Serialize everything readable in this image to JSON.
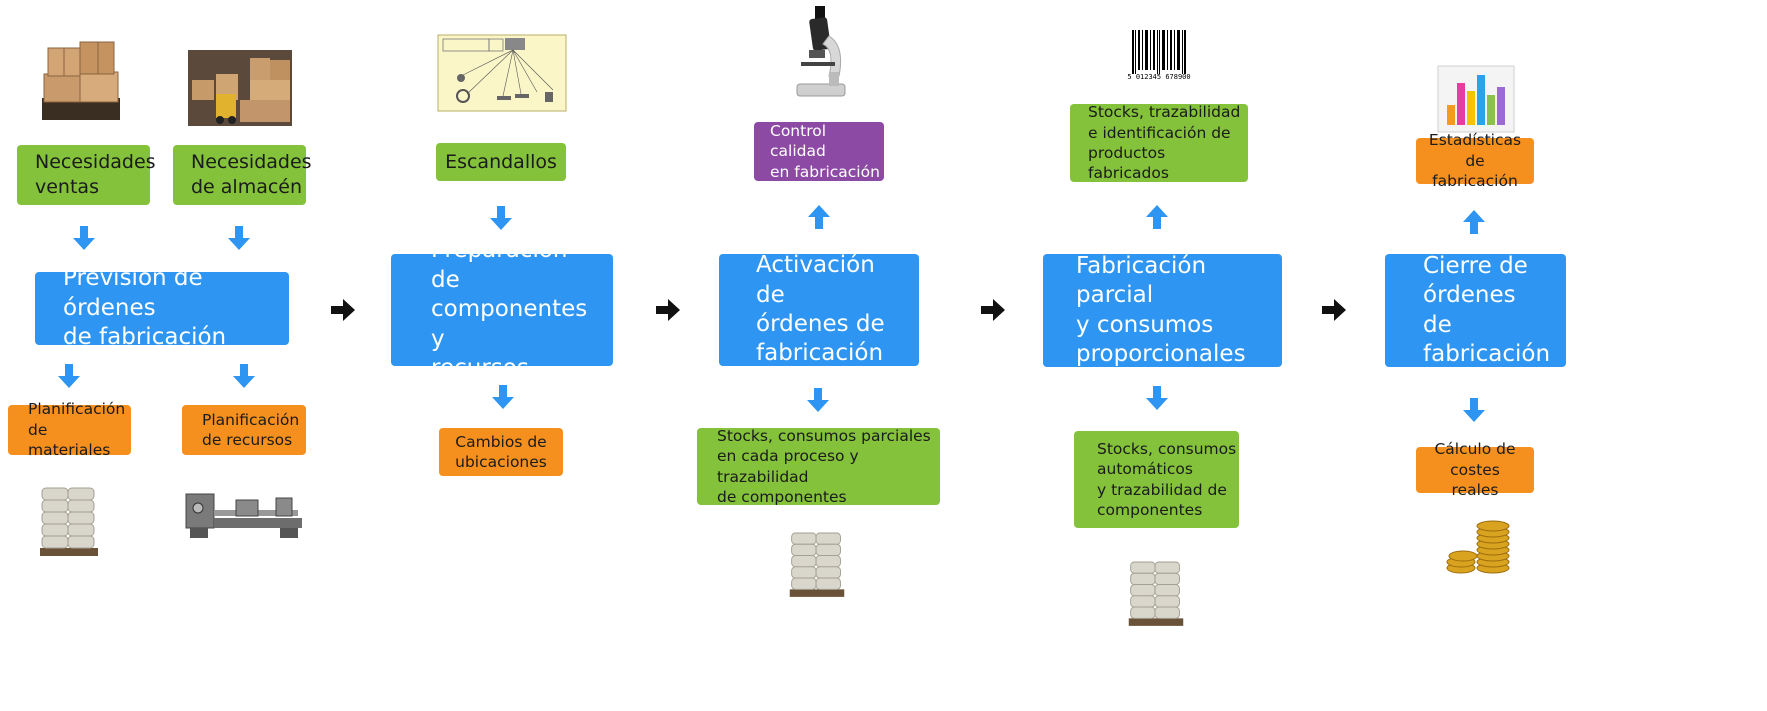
{
  "stages": [
    {
      "id": "s1",
      "label": "Previsión de órdenes\nde fabricación"
    },
    {
      "id": "s2",
      "label": "Preparación de\ncomponentes y\nrecursos"
    },
    {
      "id": "s3",
      "label": "Activación de\nórdenes de\nfabricación"
    },
    {
      "id": "s4",
      "label": "Fabricación parcial\ny consumos\nproporcionales"
    },
    {
      "id": "s5",
      "label": "Cierre de\nórdenes de\nfabricación"
    }
  ],
  "side_boxes": {
    "necesidades_ventas": "Necesidades\nventas",
    "necesidades_almacen": "Necesidades\nde almacén",
    "planificacion_materiales": "Planificación\nde materiales",
    "planificacion_recursos": "Planificación\nde recursos",
    "escandallos": "Escandallos",
    "cambios_ubicaciones": "Cambios de\nubicaciones",
    "control_calidad": "Control calidad\nen fabricación",
    "stocks_consumos_parciales": "Stocks, consumos parciales\nen cada proceso y trazabilidad\nde componentes",
    "stocks_trazabilidad": "Stocks, trazabilidad\ne identificación de\nproductos fabricados",
    "stocks_consumos_automaticos": "Stocks, consumos\nautomáticos\ny trazabilidad de\ncomponentes",
    "estadisticas": "Estadísticas\nde fabricación",
    "calculo_costes": "Cálculo de\ncostes reales"
  },
  "barcode_text": "5 012345 678900",
  "colors": {
    "stage": "#2e96f2",
    "green": "#83c23a",
    "orange": "#f5901f",
    "purple": "#8c4aa4",
    "arrow_blue": "#2e96f2",
    "arrow_black": "#111111"
  },
  "icons": [
    "boxes-icon",
    "warehouse-forklift-icon",
    "blueprint-icon",
    "microscope-icon",
    "barcode-icon",
    "bar-chart-icon",
    "sacks-pallet-icon",
    "lathe-machine-icon",
    "coins-icon"
  ]
}
